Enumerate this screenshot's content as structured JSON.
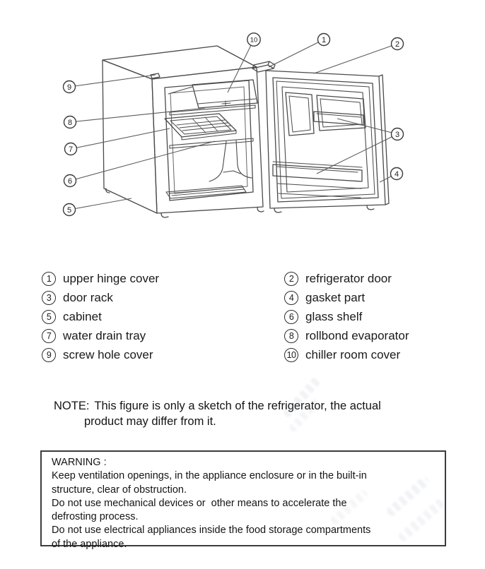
{
  "diagram": {
    "callouts": [
      {
        "num": "1",
        "label": "upper hinge cover"
      },
      {
        "num": "2",
        "label": "refrigerator door"
      },
      {
        "num": "3",
        "label": "door rack"
      },
      {
        "num": "4",
        "label": "gasket part"
      },
      {
        "num": "5",
        "label": "cabinet"
      },
      {
        "num": "6",
        "label": "glass shelf"
      },
      {
        "num": "7",
        "label": "water drain tray"
      },
      {
        "num": "8",
        "label": "rollbond evaporator"
      },
      {
        "num": "9",
        "label": "screw hole cover"
      },
      {
        "num": "10",
        "label": "chiller room cover"
      }
    ]
  },
  "legend": {
    "left": [
      {
        "num": "1",
        "label": "upper hinge cover"
      },
      {
        "num": "3",
        "label": "door rack"
      },
      {
        "num": "5",
        "label": "cabinet"
      },
      {
        "num": "7",
        "label": "water drain tray"
      },
      {
        "num": "9",
        "label": "screw hole cover"
      }
    ],
    "right": [
      {
        "num": "2",
        "label": "refrigerator door"
      },
      {
        "num": "4",
        "label": "gasket part"
      },
      {
        "num": "6",
        "label": "glass shelf"
      },
      {
        "num": "8",
        "label": "rollbond evaporator"
      },
      {
        "num": "10",
        "label": "chiller room cover"
      }
    ]
  },
  "note": {
    "label": "NOTE:",
    "line1": "This figure is only a sketch of the refrigerator, the actual",
    "line2": "product may differ from it."
  },
  "warning": {
    "title": "WARNING :",
    "lines": [
      "Keep ventilation openings, in the appliance enclosure or in the built-in",
      "structure, clear of obstruction.",
      "Do not use mechanical devices or  other means to accelerate the",
      "defrosting process.",
      "Do not use electrical appliances inside the food storage compartments",
      "of the appliance."
    ]
  }
}
